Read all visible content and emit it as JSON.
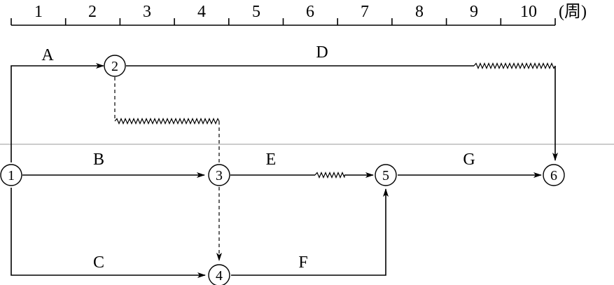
{
  "timescale": {
    "ticks": [
      "1",
      "2",
      "3",
      "4",
      "5",
      "6",
      "7",
      "8",
      "9",
      "10"
    ],
    "unit": "(周)"
  },
  "activities": {
    "A": "A",
    "B": "B",
    "C": "C",
    "D": "D",
    "E": "E",
    "F": "F",
    "G": "G"
  },
  "nodes": {
    "n1": "1",
    "n2": "2",
    "n3": "3",
    "n4": "4",
    "n5": "5",
    "n6": "6"
  }
}
